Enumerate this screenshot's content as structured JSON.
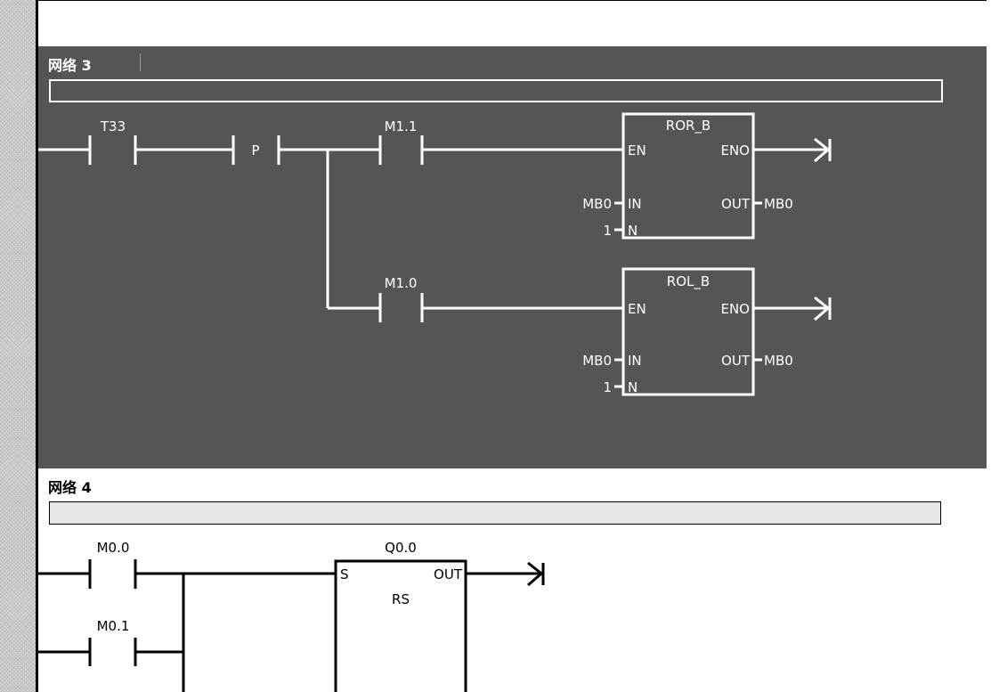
{
  "network3": {
    "title": "网络 3",
    "contacts": {
      "c1": "T33",
      "p_contact": "P",
      "c2": "M1.1",
      "c3": "M1.0"
    },
    "box_ror": {
      "title": "ROR_B",
      "en": "EN",
      "eno": "ENO",
      "in": "IN",
      "out": "OUT",
      "n": "N",
      "in_value": "MB0",
      "out_value": "MB0",
      "n_value": "1"
    },
    "box_rol": {
      "title": "ROL_B",
      "en": "EN",
      "eno": "ENO",
      "in": "IN",
      "out": "OUT",
      "n": "N",
      "in_value": "MB0",
      "out_value": "MB0",
      "n_value": "1"
    }
  },
  "network4": {
    "title": "网络 4",
    "contacts": {
      "c1": "M0.0",
      "c2": "M0.1"
    },
    "box_rs": {
      "address": "Q0.0",
      "s": "S",
      "out": "OUT",
      "type": "RS"
    }
  },
  "colors": {
    "selected_network_bg": "#555555",
    "wire_selected": "#ffffff",
    "wire_normal": "#000000"
  }
}
